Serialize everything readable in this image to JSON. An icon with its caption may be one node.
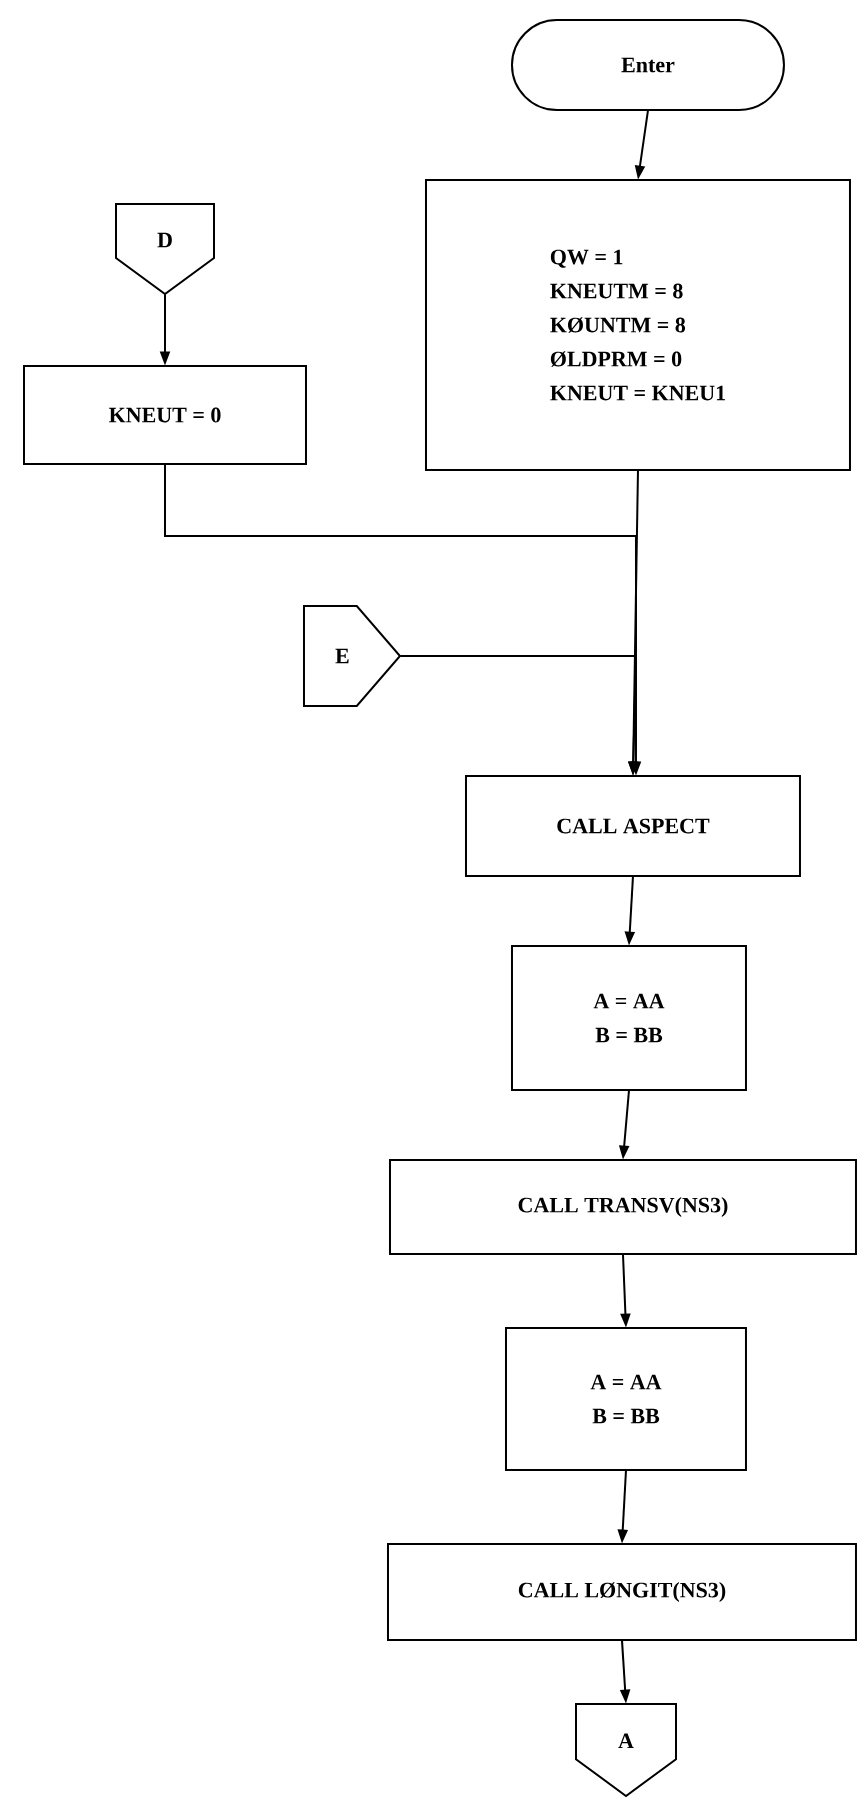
{
  "diagram": {
    "nodes": [
      {
        "text": [
          "Enter"
        ]
      },
      {
        "text": [
          "QW = 1",
          "KNEUTM = 8",
          "KØUNTM = 8",
          "ØLDPRM = 0",
          "KNEUT = KNEU1"
        ]
      },
      {
        "text": [
          "D"
        ]
      },
      {
        "text": [
          "KNEUT = 0"
        ]
      },
      {
        "text": [
          "E"
        ]
      },
      {
        "text": [
          "CALL ASPECT"
        ]
      },
      {
        "text": [
          "A = AA",
          "B = BB"
        ]
      },
      {
        "text": [
          "CALL TRANSV(NS3)"
        ]
      },
      {
        "text": [
          "A = AA",
          "B = BB"
        ]
      },
      {
        "text": [
          "CALL LØNGIT(NS3)"
        ]
      },
      {
        "text": [
          "A"
        ]
      }
    ],
    "edges": [
      {
        "from": 0,
        "to": 1,
        "arrow": "to"
      },
      {
        "from": 2,
        "to": 3,
        "arrow": "to"
      },
      {
        "from": 3,
        "to": 5,
        "arrow": "to"
      },
      {
        "from": 1,
        "to": 5,
        "arrow": "to"
      },
      {
        "from": 4,
        "to": 5,
        "arrow": "to"
      },
      {
        "from": 5,
        "to": 6,
        "arrow": "to"
      },
      {
        "from": 6,
        "to": 7,
        "arrow": "to"
      },
      {
        "from": 7,
        "to": 8,
        "arrow": "to"
      },
      {
        "from": 8,
        "to": 9,
        "arrow": "to"
      },
      {
        "from": 9,
        "to": 10,
        "arrow": "to"
      }
    ]
  }
}
